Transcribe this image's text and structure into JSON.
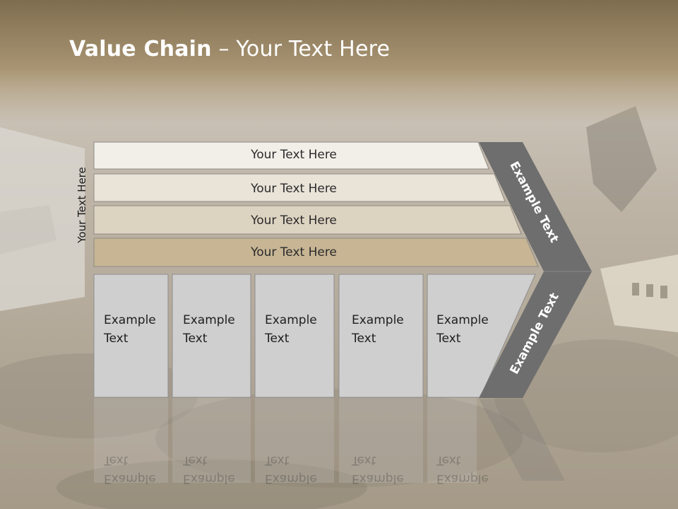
{
  "slide": {
    "title_bold": "Value Chain",
    "title_rest": " – Your Text Here",
    "side_label": "Your Text Here"
  },
  "rows": [
    {
      "label": "Your Text Here"
    },
    {
      "label": "Your Text Here"
    },
    {
      "label": "Your Text Here"
    },
    {
      "label": "Your Text Here"
    }
  ],
  "boxes": [
    {
      "line1": "Example",
      "line2": "Text"
    },
    {
      "line1": "Example",
      "line2": "Text"
    },
    {
      "line1": "Example",
      "line2": "Text"
    },
    {
      "line1": "Example",
      "line2": "Text"
    },
    {
      "line1": "Example",
      "line2": "Text"
    }
  ],
  "arrow": {
    "upper_label": "Example Text",
    "lower_label": "Example Text"
  },
  "colors": {
    "header_band": "#9a8867",
    "row1": "#f2efe9",
    "row2": "#e9e3d8",
    "row3": "#ddd3c1",
    "row4": "#c7b594",
    "box_fill": "#cfcfcf",
    "arrow_fill": "#6e6e6e"
  }
}
